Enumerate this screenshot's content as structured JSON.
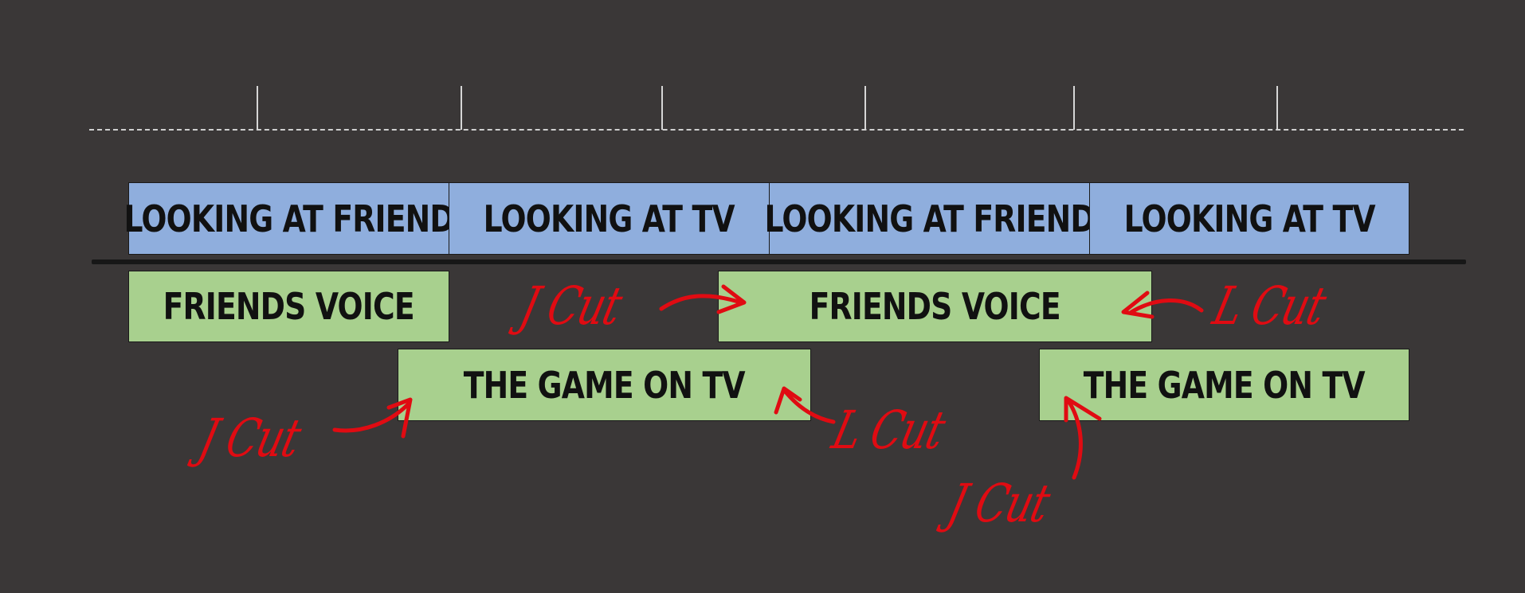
{
  "ruler": {
    "tick_count": 6
  },
  "video_track": {
    "clips": [
      {
        "label": "LOOKING AT FRIEND"
      },
      {
        "label": "LOOKING AT TV"
      },
      {
        "label": "LOOKING AT FRIEND"
      },
      {
        "label": "LOOKING AT TV"
      }
    ]
  },
  "audio_track_1": {
    "clips": [
      {
        "label": "FRIENDS VOICE"
      },
      {
        "label": "FRIENDS VOICE"
      }
    ]
  },
  "audio_track_2": {
    "clips": [
      {
        "label": "THE GAME ON TV"
      },
      {
        "label": "THE GAME ON TV"
      }
    ]
  },
  "annotations": [
    {
      "label": "J Cut"
    },
    {
      "label": "L Cut"
    },
    {
      "label": "J Cut"
    },
    {
      "label": "L Cut"
    },
    {
      "label": "J Cut"
    }
  ],
  "colors": {
    "background": "#3a3737",
    "video_clip": "#8faedd",
    "audio_clip": "#a8d08e",
    "annotation": "#e00b12"
  }
}
